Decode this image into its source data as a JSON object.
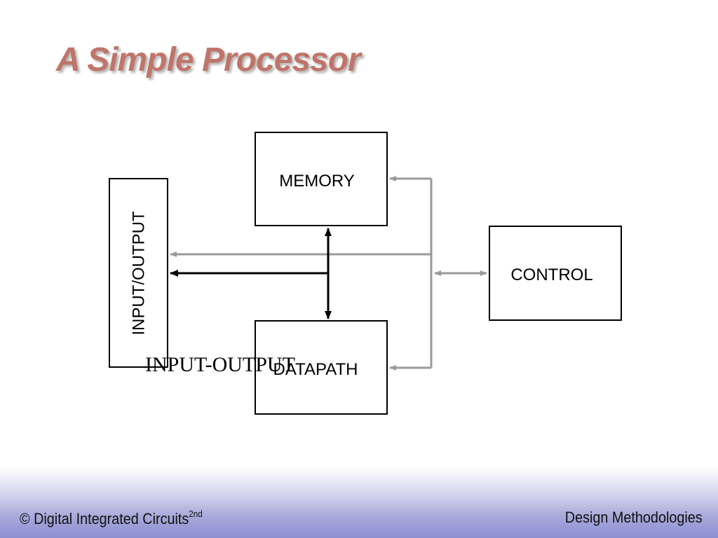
{
  "slide": {
    "title": "A Simple Processor"
  },
  "diagram": {
    "blocks": {
      "memory": "MEMORY",
      "datapath": "DATAPATH",
      "control": "CONTROL",
      "io": "INPUT/OUTPUT"
    },
    "overlay_text": "INPUT-OUTPUT"
  },
  "footer": {
    "left_text": "© Digital Integrated Circuits",
    "left_superscript": "2nd",
    "right_text": "Design Methodologies"
  },
  "colors": {
    "title": "#c0756a",
    "data_arrows": "#000000",
    "control_arrows": "#9a9a9a",
    "footer_gradient_end": "#8c8fd0"
  }
}
